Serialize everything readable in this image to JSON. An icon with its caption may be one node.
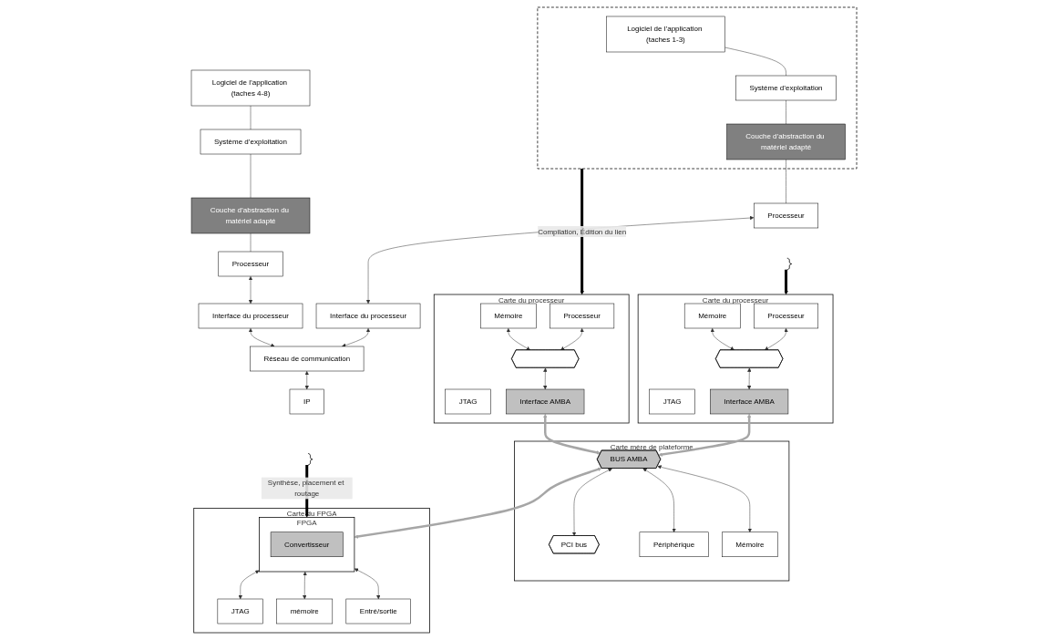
{
  "diagram": {
    "nodes": [
      {
        "text": [],
        "shape": "box"
      },
      {
        "text": [
          "Logiciel de l’application (taches 1-3)"
        ],
        "in": 0
      },
      {
        "text": [
          "Système d’exploitation"
        ],
        "in": 0
      },
      {
        "text": [
          "Couche d’abstraction du matériel adapté"
        ],
        "in": 0
      },
      {
        "text": [
          "Processeur"
        ]
      },
      {
        "text": [
          "Logiciel de l’application (taches 4-8)"
        ]
      },
      {
        "text": [
          "Système d’exploitation"
        ]
      },
      {
        "text": [
          "Couche d’abstraction du matériel adapté"
        ]
      },
      {
        "text": [
          "Processeur"
        ]
      },
      {
        "text": [
          "Interface du processeur"
        ]
      },
      {
        "text": [
          "Interface du processeur"
        ]
      },
      {
        "text": [
          "Réseau de communication"
        ]
      },
      {
        "text": [
          "IP"
        ]
      },
      {
        "text": [],
        "shape": "bracket"
      },
      {
        "text": [],
        "shape": "bracket"
      },
      {
        "text": [
          "Carte du processeur"
        ]
      },
      {
        "text": [
          "Processeur"
        ],
        "in": 15
      },
      {
        "text": [
          "Mémoire"
        ],
        "in": 15
      },
      {
        "text": [
          "JTAG"
        ],
        "in": 15
      },
      {
        "text": [],
        "shape": "bar",
        "in": 15
      },
      {
        "text": [
          "Interface AMBA"
        ],
        "in": 15
      },
      {
        "text": [
          "Carte du processeur"
        ]
      },
      {
        "text": [
          "Processeur"
        ],
        "in": 21
      },
      {
        "text": [
          "Mémoire"
        ],
        "in": 21
      },
      {
        "text": [
          "JTAG"
        ],
        "in": 21
      },
      {
        "text": [],
        "shape": "bar",
        "in": 21
      },
      {
        "text": [
          "Interface AMBA"
        ],
        "in": 21
      },
      {
        "text": [
          "Carte mère de plateforme"
        ]
      },
      {
        "text": [
          "BUS AMBA"
        ],
        "in": 27
      },
      {
        "text": [
          "PCI bus"
        ],
        "in": 27
      },
      {
        "text": [
          "Périphérique"
        ],
        "in": 27
      },
      {
        "text": [
          "Mémoire"
        ],
        "in": 27
      },
      {
        "text": [
          "Carte du FPGA"
        ]
      },
      {
        "text": [
          "FPGA"
        ],
        "in": 32
      },
      {
        "text": [
          "Convertisseur"
        ],
        "in": 33
      },
      {
        "text": [
          "JTAG"
        ],
        "in": 32
      },
      {
        "text": [
          "mémoire"
        ],
        "in": 32
      },
      {
        "text": [
          "Entré/sortie"
        ],
        "in": 32
      }
    ],
    "edges": [
      {
        "from": 0,
        "to": 21,
        "arrow": "to",
        "label": "Compilation, Édition du lien",
        "style": "thick"
      },
      {
        "from": 13,
        "to": 15,
        "arrow": "to",
        "style": "thick"
      },
      {
        "from": 14,
        "to": 33,
        "arrow": "to",
        "label": "Synthèse, placement et routage",
        "style": "thick"
      },
      {
        "from": 1,
        "to": 2,
        "arrow": "none"
      },
      {
        "from": 2,
        "to": 3,
        "arrow": "none"
      },
      {
        "from": 3,
        "to": 4,
        "arrow": "none"
      },
      {
        "from": 5,
        "to": 6,
        "arrow": "none"
      },
      {
        "from": 6,
        "to": 7,
        "arrow": "none"
      },
      {
        "from": 7,
        "to": 8,
        "arrow": "none"
      },
      {
        "from": 4,
        "to": 9,
        "arrow": "both"
      },
      {
        "from": 8,
        "to": 10,
        "arrow": "both"
      },
      {
        "from": 9,
        "to": 11,
        "arrow": "both"
      },
      {
        "from": 10,
        "to": 11,
        "arrow": "both"
      },
      {
        "from": 11,
        "to": 12,
        "arrow": "both"
      },
      {
        "from": 16,
        "to": 19,
        "arrow": "both"
      },
      {
        "from": 17,
        "to": 19,
        "arrow": "both"
      },
      {
        "from": 19,
        "to": 20,
        "arrow": "both"
      },
      {
        "from": 22,
        "to": 25,
        "arrow": "both"
      },
      {
        "from": 23,
        "to": 25,
        "arrow": "both"
      },
      {
        "from": 25,
        "to": 26,
        "arrow": "both"
      },
      {
        "from": 20,
        "to": 28,
        "arrow": "both",
        "style": "thick",
        "color": "#a6a6a6"
      },
      {
        "from": 26,
        "to": 28,
        "arrow": "both",
        "style": "thick",
        "color": "#a6a6a6"
      },
      {
        "from": 28,
        "to": 29,
        "arrow": "both"
      },
      {
        "from": 28,
        "to": 30,
        "arrow": "both"
      },
      {
        "from": 28,
        "to": 31,
        "arrow": "both"
      },
      {
        "from": 28,
        "to": 33,
        "arrow": "both",
        "style": "thick",
        "color": "#a6a6a6"
      },
      {
        "from": 33,
        "to": 35,
        "arrow": "both"
      },
      {
        "from": 33,
        "to": 36,
        "arrow": "both"
      },
      {
        "from": 33,
        "to": 37,
        "arrow": "both"
      }
    ]
  }
}
